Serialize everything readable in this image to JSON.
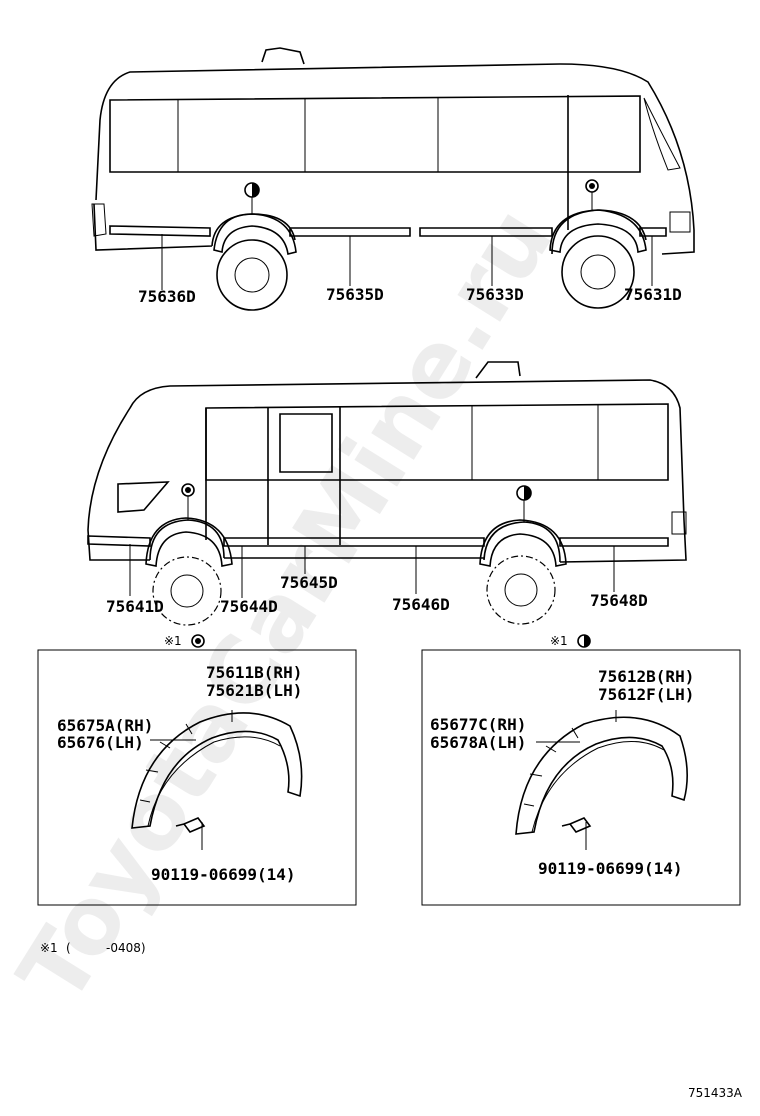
{
  "watermark": "ToyotaCarMine.ru",
  "top_view_labels": [
    "75636D",
    "75635D",
    "75633D",
    "75631D"
  ],
  "bottom_view_labels": [
    "75641D",
    "75644D",
    "75645D",
    "75646D",
    "75648D"
  ],
  "left_box": {
    "note_marker": "※1",
    "lines": [
      "75611B(RH)",
      "75621B(LH)",
      "65675A(RH)",
      "65676(LH)",
      "90119-06699(14)"
    ]
  },
  "right_box": {
    "note_marker": "※1",
    "lines": [
      "75612B(RH)",
      "75612F(LH)",
      "65677C(RH)",
      "65678A(LH)",
      "90119-06699(14)"
    ]
  },
  "footnote": {
    "marker": "※1",
    "open_paren": "(",
    "range": "-0408)"
  },
  "diagram_id": "751433A"
}
